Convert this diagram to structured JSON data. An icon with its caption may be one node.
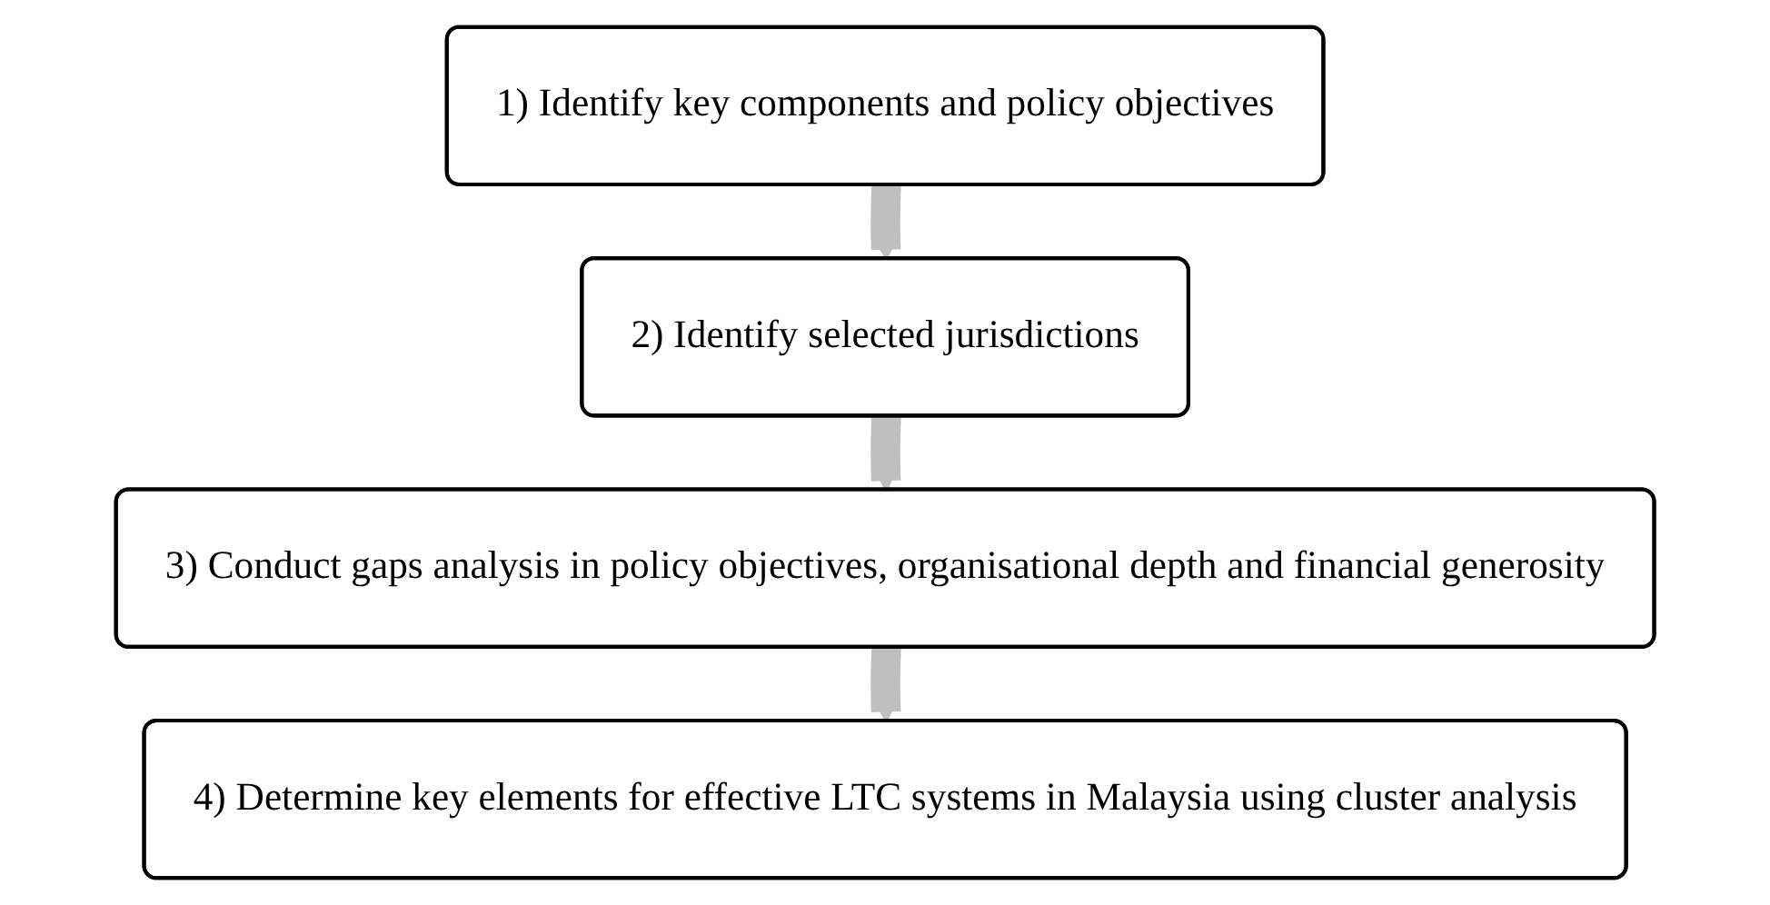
{
  "diagram": {
    "nodes": [
      {
        "text": [
          "1) Identify key components and policy objectives"
        ]
      },
      {
        "text": [
          "2) Identify selected jurisdictions"
        ]
      },
      {
        "text": [
          "3) Conduct gaps analysis in policy objectives, organisational depth and financial generosity"
        ]
      },
      {
        "text": [
          "4) Determine key elements for effective LTC systems in Malaysia using cluster analysis"
        ]
      }
    ],
    "edges": [
      {
        "from": 0,
        "to": 1,
        "arrow": "to",
        "color": "#bfbfbf"
      },
      {
        "from": 1,
        "to": 2,
        "arrow": "to",
        "color": "#bfbfbf"
      },
      {
        "from": 2,
        "to": 3,
        "arrow": "to",
        "color": "#bfbfbf"
      }
    ]
  }
}
